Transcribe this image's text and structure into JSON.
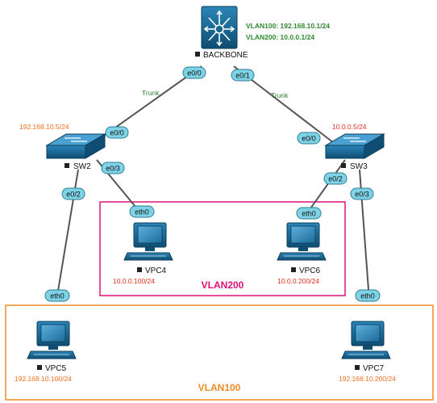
{
  "backbone": {
    "name": "BACKBONE",
    "vlan100": "VLAN100: 192.168.10.1/24",
    "vlan200": "VLAN200: 10.0.0.1/24",
    "port_left": "e0/0",
    "port_right": "e0/1"
  },
  "sw2": {
    "name": "SW2",
    "ip": "192.168.10.5/24",
    "port_up": "e0/0",
    "port_vpc4": "e0/3",
    "port_vpc5": "e0/2"
  },
  "sw3": {
    "name": "SW3",
    "ip": "10.0.0.5/24",
    "port_up": "e0/0",
    "port_vpc6": "e0/2",
    "port_vpc7": "e0/3"
  },
  "links": {
    "trunk_left": "Trunk",
    "trunk_right": "Trunk"
  },
  "vpc4": {
    "name": "VPC4",
    "ip": "10.0.0.100/24",
    "iface": "eth0"
  },
  "vpc6": {
    "name": "VPC6",
    "ip": "10.0.0.200/24",
    "iface": "eth0"
  },
  "vpc5": {
    "name": "VPC5",
    "ip": "192.168.10.100/24",
    "iface": "eth0"
  },
  "vpc7": {
    "name": "VPC7",
    "ip": "192.168.10.200/24",
    "iface": "eth0"
  },
  "zones": {
    "vlan200": "VLAN200",
    "vlan100": "VLAN100"
  },
  "colors": {
    "vlan200_box": "#e0107a",
    "vlan100_box": "#f08a24",
    "ip_orange": "#f07020",
    "ip_red": "#e03020",
    "backbone_text": "#2e8b2e",
    "port_fill": "#7fd3e6",
    "port_stroke": "#2a7f94",
    "device_blue": "#1a5f86",
    "link": "#555555"
  }
}
